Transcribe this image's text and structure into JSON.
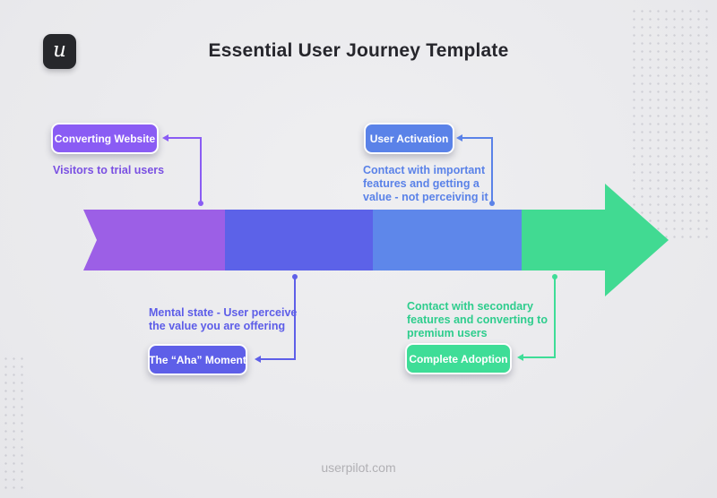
{
  "header": {
    "logo_letter": "u",
    "title": "Essential User Journey Template"
  },
  "footer": {
    "text": "userpilot.com"
  },
  "stages": [
    {
      "label": "Converting Website",
      "description": "Visitors to trial users",
      "description_lines": [
        "Visitors to trial users"
      ],
      "callout_position": "above",
      "button_color": "#8a5cf4",
      "segment_color": "#9c5fe6",
      "text_color": "#7a50e2",
      "connector_color": "#8a5cf4"
    },
    {
      "label": "The “Aha” Moment",
      "description": "Mental state - User perceive the value you are offering",
      "description_lines": [
        "Mental state - User perceive",
        "the value you are offering"
      ],
      "callout_position": "below",
      "button_color": "#5e5fe8",
      "segment_color": "#5c62e8",
      "text_color": "#5d5de8",
      "connector_color": "#5e5fe8"
    },
    {
      "label": "User Activation",
      "description": "Contact with important features and getting a value - not perceiving it",
      "description_lines": [
        "Contact with important",
        "features and getting a",
        "value - not perceiving it"
      ],
      "callout_position": "above",
      "button_color": "#5a82e8",
      "segment_color": "#5e87ea",
      "text_color": "#5a82e8",
      "connector_color": "#5a82e8"
    },
    {
      "label": "Complete Adoption",
      "description": "Contact with secondary features and converting to premium users",
      "description_lines": [
        "Contact with secondary",
        "features and converting to",
        "premium users"
      ],
      "callout_position": "below",
      "button_color": "#3edd97",
      "segment_color": "#41da92",
      "text_color": "#2ecd8d",
      "connector_color": "#3edd97"
    }
  ],
  "arrow": {
    "direction": "right",
    "head_color": "#41da92"
  }
}
